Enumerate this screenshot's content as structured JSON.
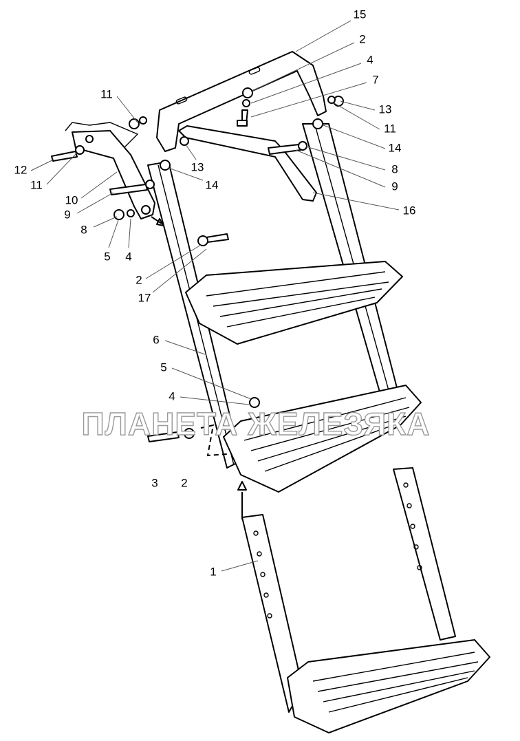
{
  "diagram": {
    "watermark": "ПЛАНЕТА ЖЕЛЕЗЯКА",
    "callouts": [
      "15",
      "2",
      "4",
      "7",
      "13",
      "11",
      "14",
      "8",
      "9",
      "16",
      "11",
      "12",
      "11",
      "10",
      "9",
      "8",
      "5",
      "4",
      "13",
      "14",
      "2",
      "17",
      "6",
      "5",
      "4",
      "3",
      "2",
      "1"
    ]
  }
}
